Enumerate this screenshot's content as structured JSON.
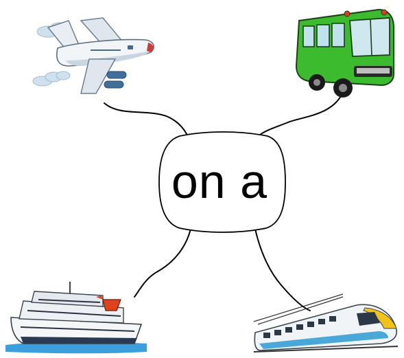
{
  "center": {
    "text": "on a"
  },
  "vehicles": [
    {
      "id": "plane",
      "icon": "airplane-icon"
    },
    {
      "id": "bus",
      "icon": "bus-icon",
      "color": "#3dbb2e"
    },
    {
      "id": "ship",
      "icon": "cruise-ship-icon",
      "funnel_color": "#e0421b"
    },
    {
      "id": "train",
      "icon": "train-icon",
      "accent": "#f2c21a"
    }
  ]
}
